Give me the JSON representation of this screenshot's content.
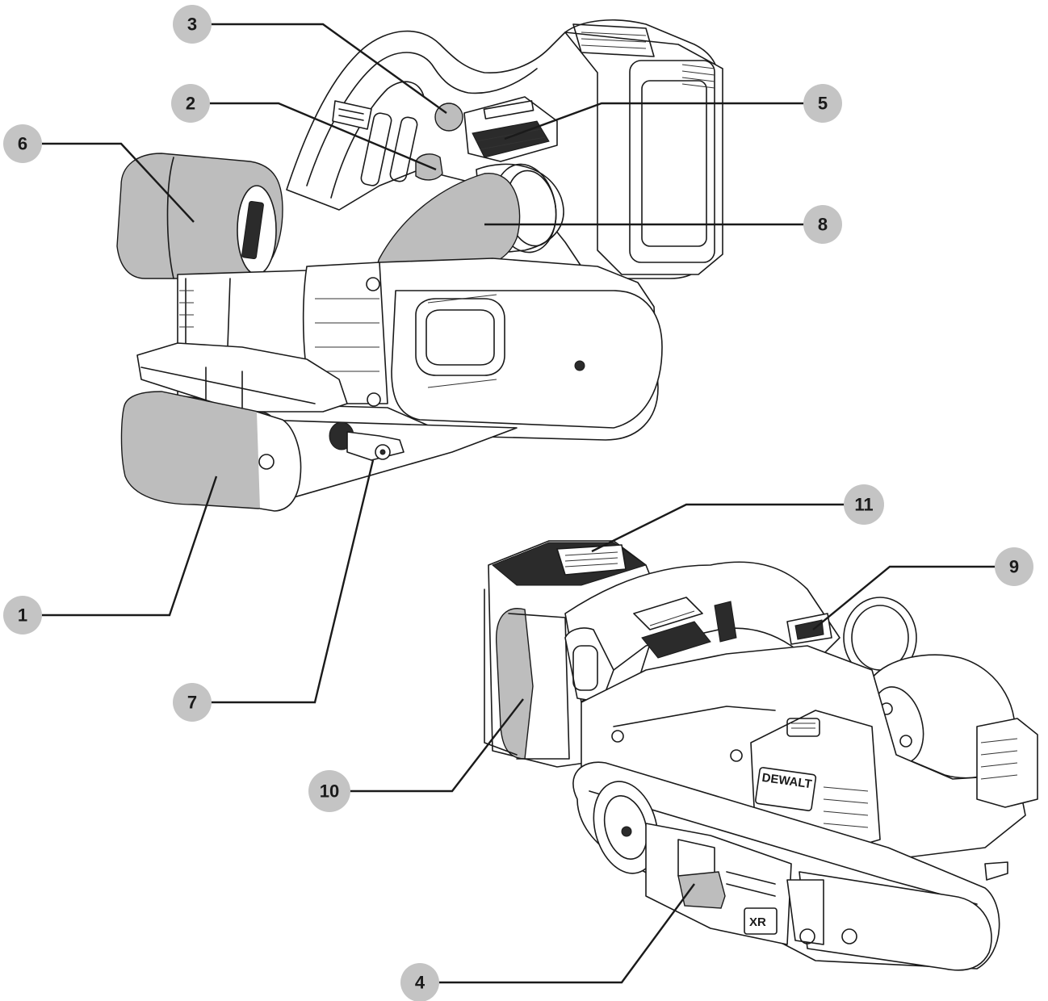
{
  "callouts": [
    {
      "label": "1"
    },
    {
      "label": "2"
    },
    {
      "label": "3"
    },
    {
      "label": "4"
    },
    {
      "label": "5"
    },
    {
      "label": "6"
    },
    {
      "label": "7"
    },
    {
      "label": "8"
    },
    {
      "label": "9"
    },
    {
      "label": "10"
    },
    {
      "label": "11"
    }
  ],
  "branding": {
    "logo_text": "DEWALT",
    "badge_text": "XR"
  },
  "colors": {
    "callout_fill": "#c4c4c4",
    "highlight_fill": "#bdbdbd",
    "line": "#1a1a1a"
  }
}
